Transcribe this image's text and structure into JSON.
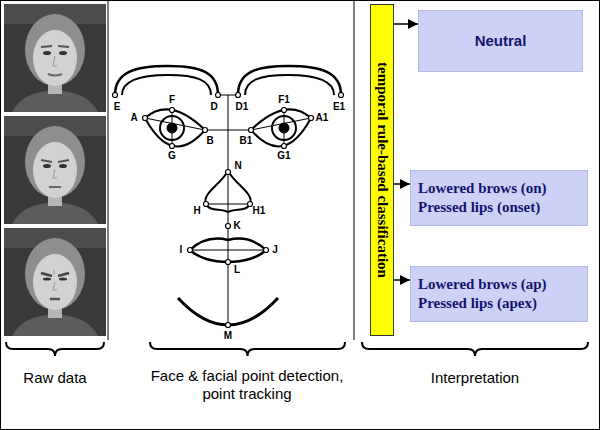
{
  "diagram": {
    "nodes": [
      {
        "text": [
          "temporal rule-based classification"
        ]
      },
      {
        "text": [
          "Neutral"
        ]
      },
      {
        "text": [
          "Lowered brows (on)",
          "Pressed lips (onset)"
        ]
      },
      {
        "text": [
          "Lowered brows (ap)",
          "Pressed lips (apex)"
        ]
      }
    ],
    "edges": [
      {
        "from": 0,
        "to": 1,
        "arrow": "to"
      },
      {
        "from": 0,
        "to": 2,
        "arrow": "to"
      },
      {
        "from": 0,
        "to": 3,
        "arrow": "to"
      }
    ],
    "labels": [
      "E",
      "D",
      "D1",
      "E1",
      "A",
      "F",
      "B",
      "G",
      "B1",
      "F1",
      "A1",
      "G1",
      "N",
      "H",
      "H1",
      "K",
      "I",
      "J",
      "L",
      "M",
      "Raw data",
      "Face & facial point detection, point tracking",
      "Interpretation"
    ]
  }
}
